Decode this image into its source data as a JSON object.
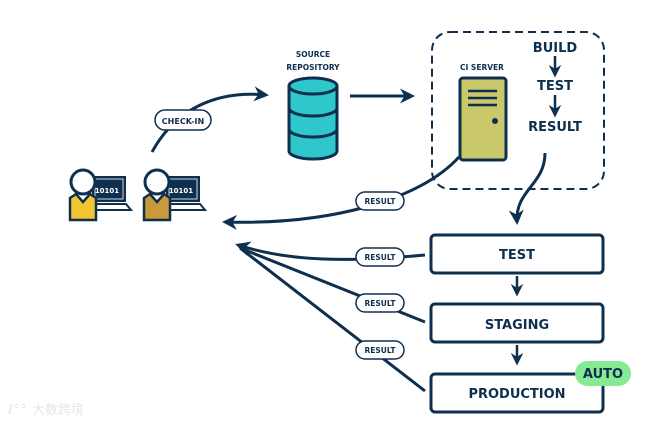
{
  "diagram": {
    "title": "Continuous Integration / Continuous Delivery pipeline",
    "colors": {
      "ink": "#0f2f4f",
      "repository": "#2ec7cc",
      "server": "#c9c86a",
      "developer_1": "#f2c531",
      "developer_2": "#c89a3a",
      "auto_badge": "#86ea92",
      "background": "#ffffff"
    },
    "developers": [
      {
        "name": "developer-1",
        "screen_text": "10101"
      },
      {
        "name": "developer-2",
        "screen_text": "10101"
      }
    ],
    "check_in_label": "CHECK-IN",
    "repository": {
      "line1": "SOURCE",
      "line2": "REPOSITORY"
    },
    "ci_server": {
      "label": "CI SERVER",
      "steps": [
        "BUILD",
        "TEST",
        "RESULT"
      ]
    },
    "result_label": "RESULT",
    "stages": [
      {
        "label": "TEST"
      },
      {
        "label": "STAGING"
      },
      {
        "label": "PRODUCTION"
      }
    ],
    "auto_badge": "AUTO",
    "watermark": "大数跨境"
  }
}
